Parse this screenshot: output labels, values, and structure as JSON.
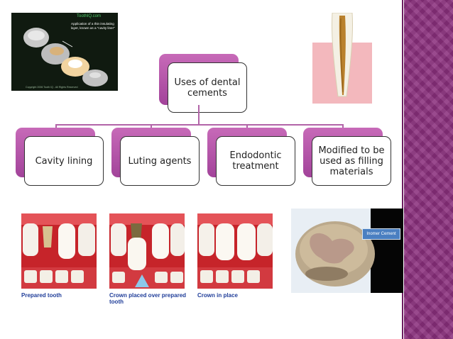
{
  "diagram": {
    "root": "Uses of dental cements",
    "children": [
      "Cavity lining",
      "Luting agents",
      "Endodontic treatment",
      "Modified to be used as filling materials"
    ]
  },
  "images": {
    "cavity_liner": {
      "watermark": "ToothIQ.com",
      "callout": "Application of a thin insulating layer, known as a \"cavity liner\"",
      "copyright": "Copyright 2006 Tooth IQ - All Rights Reserved"
    },
    "crown_captions": [
      "Prepared tooth",
      "Crown placed over prepared tooth",
      "Crown in place"
    ],
    "ionomer_label": "Inomer Cement"
  },
  "colors": {
    "accent": "#a2439a",
    "band": "#8a2f7c",
    "caption": "#1f3d99",
    "label_box": "#4a7fc1"
  }
}
